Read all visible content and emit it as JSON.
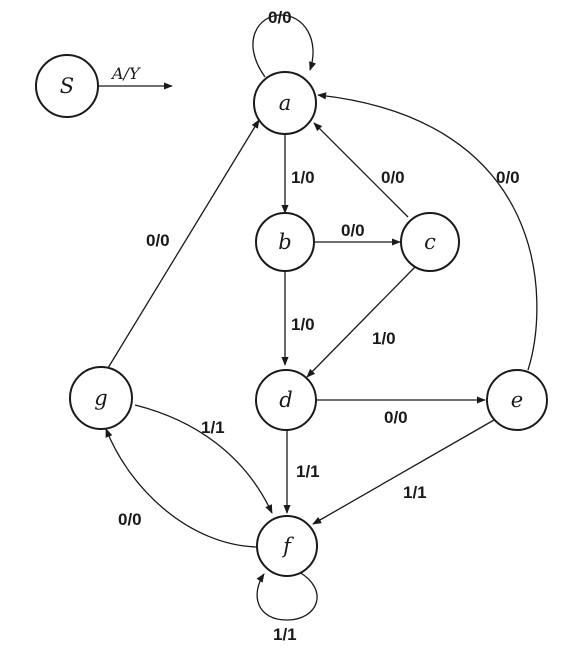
{
  "legend": {
    "state": "S",
    "label": "A/Y"
  },
  "states": [
    {
      "id": "a",
      "label": "a"
    },
    {
      "id": "b",
      "label": "b"
    },
    {
      "id": "c",
      "label": "c"
    },
    {
      "id": "d",
      "label": "d"
    },
    {
      "id": "e",
      "label": "e"
    },
    {
      "id": "f",
      "label": "f"
    },
    {
      "id": "g",
      "label": "g"
    }
  ],
  "transitions": [
    {
      "from": "a",
      "to": "a",
      "label": "0/0"
    },
    {
      "from": "a",
      "to": "b",
      "label": "1/0"
    },
    {
      "from": "b",
      "to": "c",
      "label": "0/0"
    },
    {
      "from": "c",
      "to": "a",
      "label": "0/0"
    },
    {
      "from": "e",
      "to": "a",
      "label": "0/0"
    },
    {
      "from": "g",
      "to": "a",
      "label": "0/0"
    },
    {
      "from": "b",
      "to": "d",
      "label": "1/0"
    },
    {
      "from": "c",
      "to": "d",
      "label": "1/0"
    },
    {
      "from": "d",
      "to": "e",
      "label": "0/0"
    },
    {
      "from": "g",
      "to": "f",
      "label": "1/1"
    },
    {
      "from": "d",
      "to": "f",
      "label": "1/1"
    },
    {
      "from": "e",
      "to": "f",
      "label": "1/1"
    },
    {
      "from": "f",
      "to": "g",
      "label": "0/0"
    },
    {
      "from": "f",
      "to": "f",
      "label": "1/1"
    }
  ]
}
